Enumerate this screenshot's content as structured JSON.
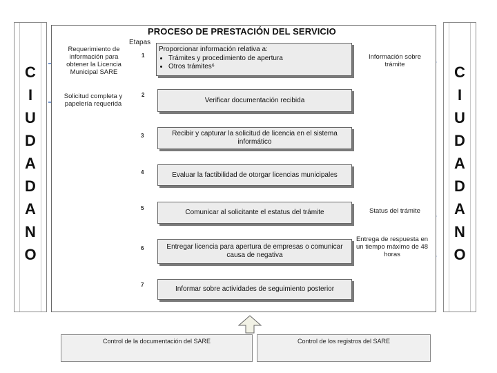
{
  "title": "PROCESO DE PRESTACIÓN DEL SERVICIO",
  "etapas_label": "Etapas",
  "side_left": [
    "C",
    "I",
    "U",
    "D",
    "A",
    "D",
    "A",
    "N",
    "O"
  ],
  "side_right": [
    "C",
    "I",
    "U",
    "D",
    "A",
    "D",
    "A",
    "N",
    "O"
  ],
  "steps": [
    {
      "number": "1",
      "heading": "Proporcionar información relativa a:",
      "bullets": [
        "Trámites y procedimiento de apertura",
        "Otros trámites⁶"
      ]
    },
    {
      "number": "2",
      "text": "Verificar documentación recibida"
    },
    {
      "number": "3",
      "text": "Recibir y capturar la solicitud de licencia en el sistema informático"
    },
    {
      "number": "4",
      "text": "Evaluar la factibilidad de otorgar licencias municipales"
    },
    {
      "number": "5",
      "text": "Comunicar al solicitante el estatus del trámite"
    },
    {
      "number": "6",
      "text": "Entregar  licencia  para  apertura de empresas o comunicar causa de negativa"
    },
    {
      "number": "7",
      "text": "Informar sobre actividades de seguimiento posterior"
    }
  ],
  "inputs": [
    {
      "text": "Requerimiento de información para obtener la Licencia Municipal SARE"
    },
    {
      "text": "Solicitud completa y papelería requerida"
    }
  ],
  "outputs": [
    {
      "text": "Información sobre trámite"
    },
    {
      "text": "Status del trámite"
    },
    {
      "text": "Entrega de respuesta en un tiempo máximo de 48  horas"
    }
  ],
  "bottom": [
    {
      "text": "Control de la documentación del SARE"
    },
    {
      "text": "Control de los registros del SARE"
    }
  ],
  "colors": {
    "arrow": "#4a76c0",
    "box_fill": "#ececec",
    "up_arrow_fill": "#f2f2e6"
  }
}
